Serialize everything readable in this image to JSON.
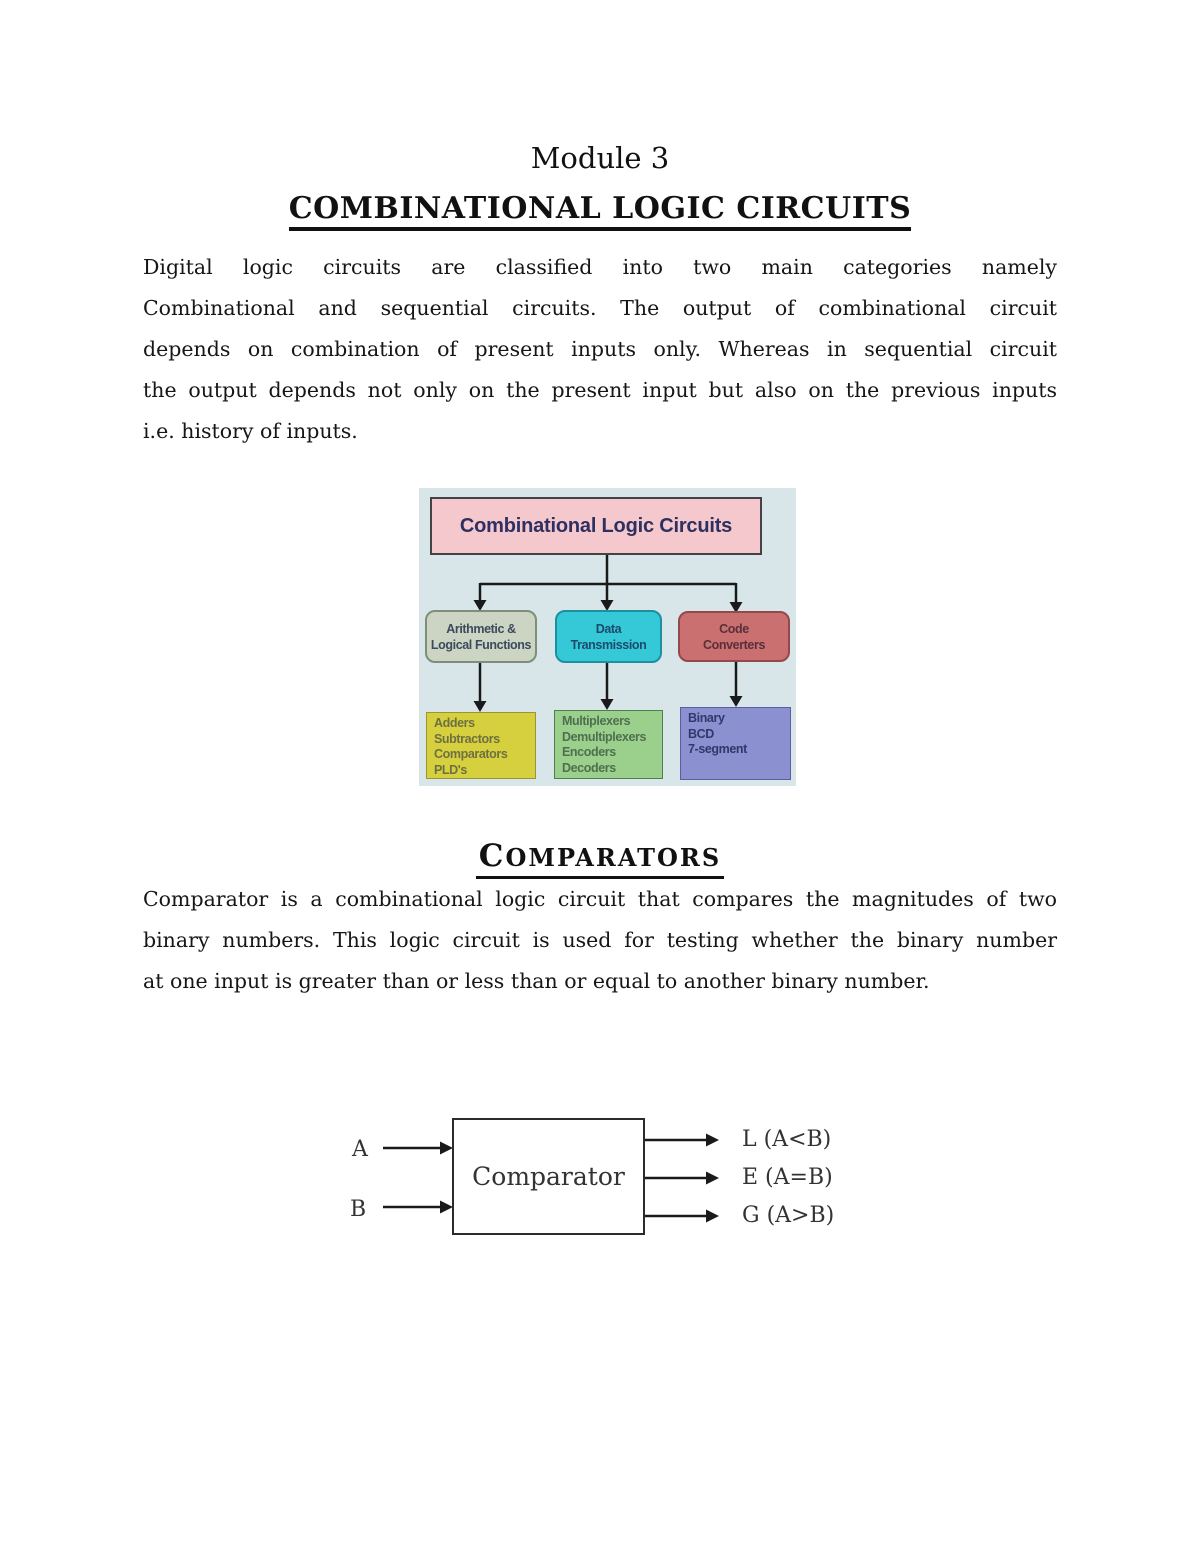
{
  "document": {
    "module_title": "Module 3",
    "main_heading": "COMBINATIONAL LOGIC CIRCUITS",
    "intro_paragraph": {
      "lines": [
        "Digital logic circuits are classified into two main categories namely",
        "Combinational and sequential circuits. The output of combinational circuit",
        "depends on combination of present inputs only. Whereas in sequential circuit",
        "the output depends not only on the present input but also on the previous inputs",
        "i.e. history of inputs."
      ]
    },
    "comparators_section": {
      "heading": "COMPARATORS",
      "paragraph_lines": [
        "Comparator is a combinational logic circuit that compares the magnitudes of two",
        "binary numbers. This logic circuit is used for testing whether the binary number",
        "at one input is greater than or less than or equal to another binary number."
      ]
    }
  },
  "flowchart": {
    "root_label": "Combinational Logic Circuits",
    "colors": {
      "background": "#d8e6ea",
      "root_fill": "#f5c8cd",
      "arithmetic_fill": "#ccd5c3",
      "data_fill": "#35c8d6",
      "code_fill": "#ca7070",
      "adders_fill": "#d6d03e",
      "mux_fill": "#9ad08b",
      "binary_fill": "#8b90d0",
      "arrow": "#1a1a1a"
    },
    "branches": [
      {
        "label_line1": "Arithmetic &",
        "label_line2": "Logical Functions",
        "items": [
          "Adders",
          "Subtractors",
          "Comparators",
          "PLD's"
        ]
      },
      {
        "label_line1": "Data",
        "label_line2": "Transmission",
        "items": [
          "Multiplexers",
          "Demultiplexers",
          "Encoders",
          "Decoders"
        ]
      },
      {
        "label_line1": "Code",
        "label_line2": "Converters",
        "items": [
          "Binary",
          "BCD",
          "7-segment"
        ]
      }
    ]
  },
  "comparator_diagram": {
    "input_a": "A",
    "input_b": "B",
    "box_label": "Comparator",
    "output_l": "L (A<B)",
    "output_e": "E (A=B)",
    "output_g": "G (A>B)"
  }
}
